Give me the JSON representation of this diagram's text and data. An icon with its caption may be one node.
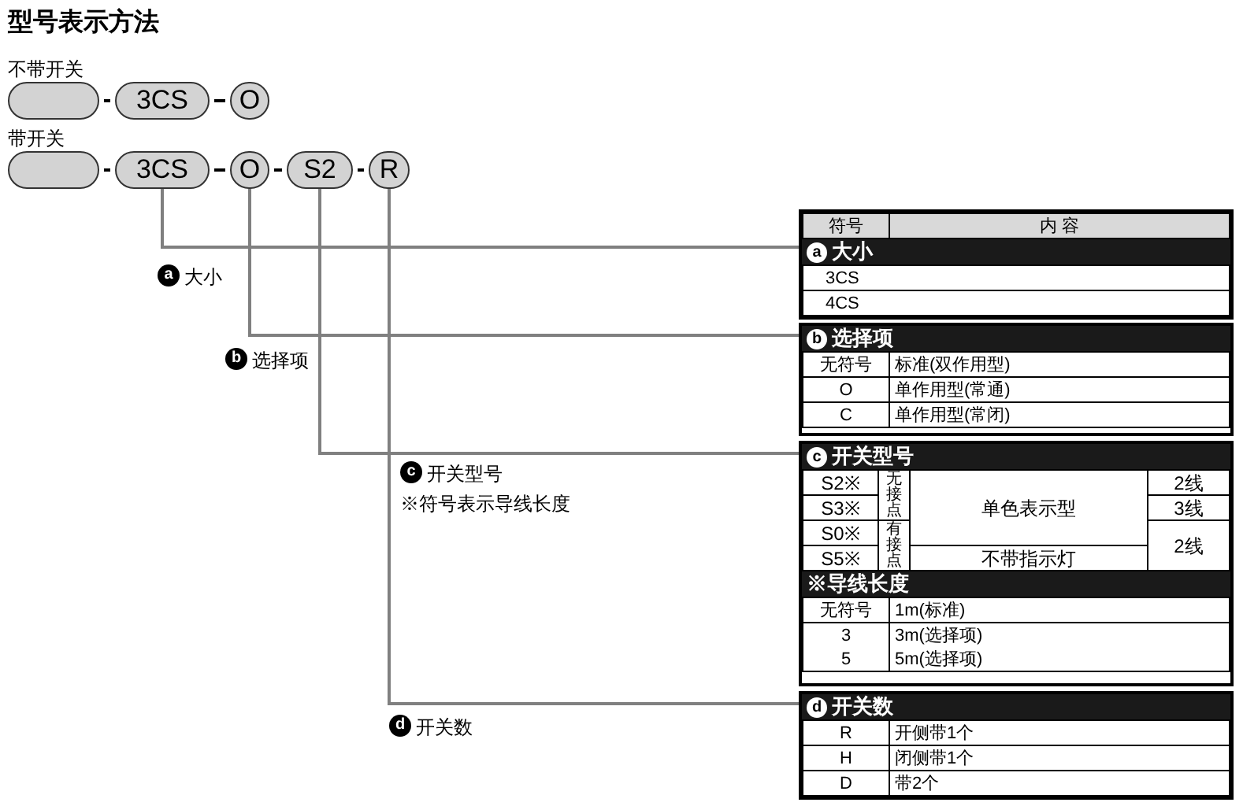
{
  "diagram": {
    "title": "型号表示方法",
    "nodes": [
      {
        "text": [],
        "shape": "box"
      },
      {
        "text": [
          "3CS"
        ]
      },
      {
        "text": [
          "O"
        ]
      },
      {
        "text": [],
        "shape": "box"
      },
      {
        "text": [
          "3CS"
        ]
      },
      {
        "text": [
          "O"
        ]
      },
      {
        "text": [
          "S2"
        ]
      },
      {
        "text": [
          "R"
        ]
      },
      {
        "text": [
          "符号",
          "内 容",
          "a",
          "大小",
          "3CS",
          "4CS"
        ]
      },
      {
        "text": [
          "b",
          "选择项",
          "无符号",
          "标准(双作用型)",
          "O",
          "单作用型(常通)",
          "C",
          "单作用型(常闭)"
        ]
      },
      {
        "text": [
          "c",
          "开关型号",
          "S2※",
          "无接点",
          "单色表示型",
          "2线",
          "S3※",
          "3线",
          "S0※",
          "有接点",
          "2线",
          "S5※",
          "不带指示灯",
          "※导线长度",
          "无符号",
          "1m(标准)",
          "3",
          "3m(选择项)",
          "5",
          "5m(选择项)"
        ]
      },
      {
        "text": [
          "d",
          "开关数",
          "R",
          "开侧带1个",
          "H",
          "闭侧带1个",
          "D",
          "带2个"
        ]
      }
    ],
    "edges": [
      {
        "from": 0,
        "to": 1,
        "arrow": "none"
      },
      {
        "from": 1,
        "to": 2,
        "arrow": "none"
      },
      {
        "from": 3,
        "to": 4,
        "arrow": "none"
      },
      {
        "from": 4,
        "to": 5,
        "arrow": "none"
      },
      {
        "from": 5,
        "to": 6,
        "arrow": "none"
      },
      {
        "from": 6,
        "to": 7,
        "arrow": "none"
      },
      {
        "from": 4,
        "to": 8,
        "arrow": "none",
        "color": "#808080"
      },
      {
        "from": 5,
        "to": 9,
        "arrow": "none",
        "color": "#808080"
      },
      {
        "from": 6,
        "to": 10,
        "arrow": "none",
        "color": "#808080"
      },
      {
        "from": 7,
        "to": 11,
        "arrow": "none",
        "color": "#808080"
      }
    ],
    "labels": [
      "不带开关",
      "带开关",
      "a",
      "大小",
      "b",
      "选择项",
      "c",
      "开关型号",
      "※符号表示导线长度",
      "d",
      "开关数"
    ]
  }
}
